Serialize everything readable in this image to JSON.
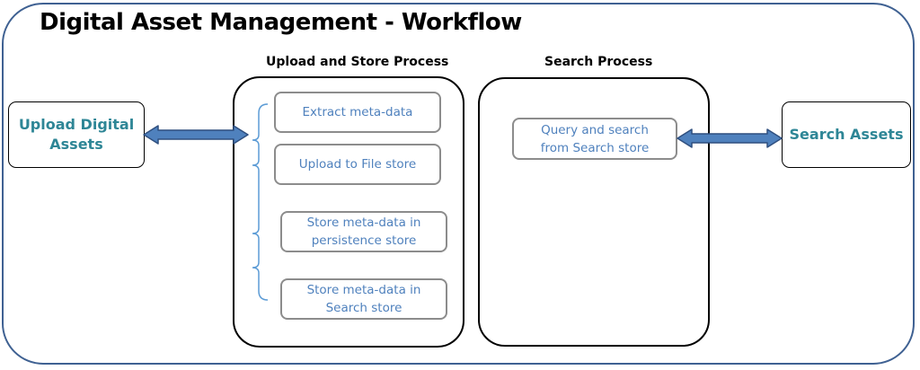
{
  "diagram": {
    "title": "Digital Asset Management - Workflow",
    "upload_section": {
      "heading": "Upload and Store Process",
      "steps": [
        {
          "label": "Extract meta-data"
        },
        {
          "label": "Upload to File store"
        },
        {
          "label": "Store meta-data in\npersistence store"
        },
        {
          "label": "Store meta-data in\nSearch store"
        }
      ]
    },
    "search_section": {
      "heading": "Search Process",
      "steps": [
        {
          "label": "Query and search\nfrom Search store"
        }
      ]
    },
    "endpoints": {
      "upload": "Upload Digital\nAssets",
      "search": "Search Assets"
    },
    "colors": {
      "frame_border": "#3f6192",
      "endpoint_text": "#2e8696",
      "step_text": "#4f81bd",
      "step_border": "#8c8c8c",
      "arrow_fill": "#4f81bd",
      "arrow_stroke": "#2f4f7f",
      "brace": "#5b9bd5"
    },
    "connectors": {
      "upload_to_process": "double-arrow",
      "search_process_to_search": "double-arrow"
    }
  }
}
